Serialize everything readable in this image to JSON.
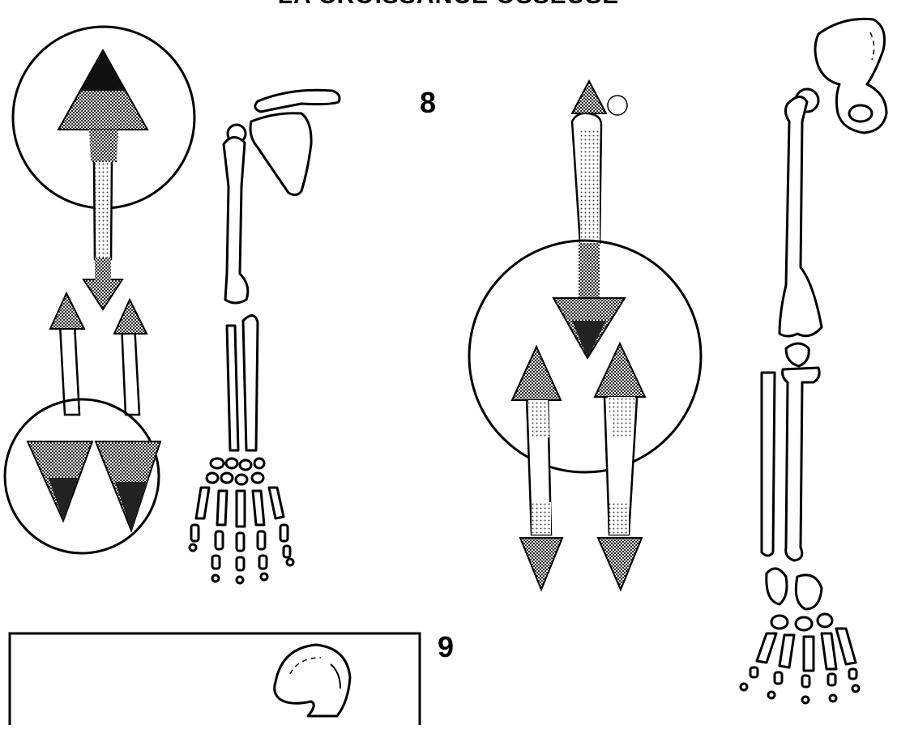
{
  "page": {
    "title": "LA CROISSANCE OSSEUSE",
    "figure_labels": {
      "fig8": "8",
      "fig9": "9"
    }
  },
  "colors": {
    "ink": "#000000",
    "arrow_fill": "#3f3f3f",
    "bone_fill": "#ffffff"
  },
  "icons": [
    "upper-limb-growth-arrows-icon",
    "arm-skeleton-icon",
    "lower-limb-growth-arrows-icon",
    "leg-skeleton-icon",
    "pelvis-icon"
  ]
}
